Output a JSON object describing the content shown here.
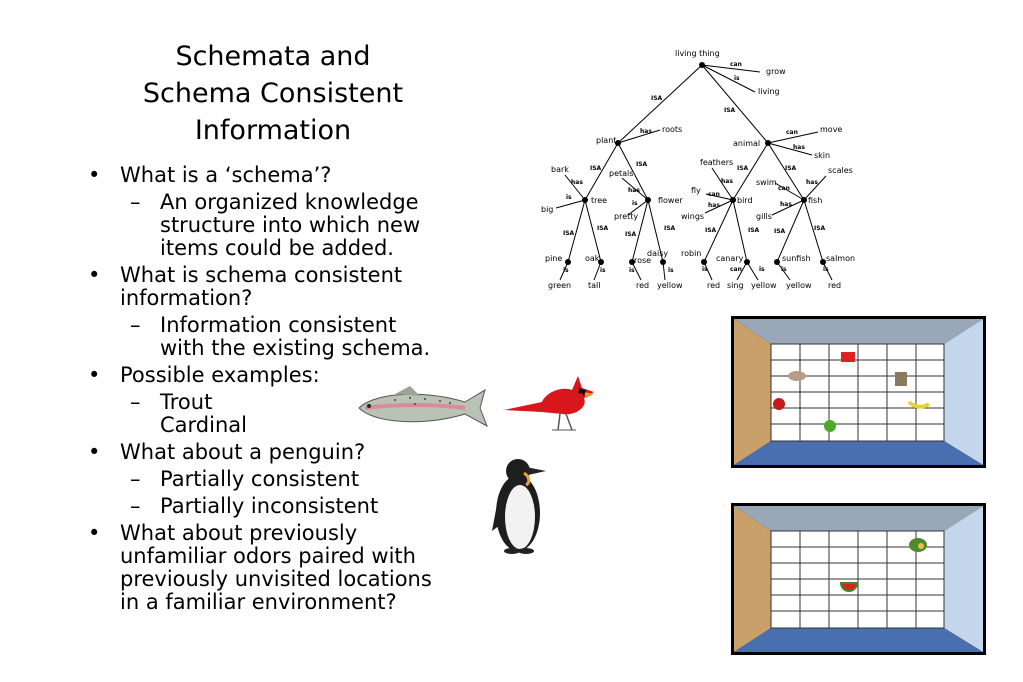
{
  "title": [
    "Schemata and",
    "Schema Consistent",
    "Information"
  ],
  "bullets": [
    {
      "text": [
        "What is a ‘schema’?"
      ],
      "subs": [
        {
          "dash": "–",
          "lines": [
            "An organized knowledge",
            "structure into which new",
            "items could be added."
          ]
        }
      ]
    },
    {
      "text": [
        "What is schema consistent",
        "information?"
      ],
      "subs": [
        {
          "dash": "–",
          "lines": [
            "Information consistent",
            "with the existing schema."
          ]
        }
      ]
    },
    {
      "text": [
        "Possible examples:"
      ],
      "subs": [
        {
          "dash": "–",
          "lines": [
            "Trout",
            "Cardinal"
          ]
        }
      ]
    },
    {
      "text": [
        "What about a penguin?"
      ],
      "subs": [
        {
          "dash": "–",
          "lines": [
            "Partially consistent"
          ]
        },
        {
          "dash": "–",
          "lines": [
            "Partially inconsistent"
          ]
        }
      ]
    },
    {
      "text": [
        "What about previously",
        "unfamiliar odors paired with",
        "previously unvisited locations",
        "in a familiar environment?"
      ],
      "subs": []
    }
  ],
  "tree": {
    "nodes": [
      "living thing",
      "plant",
      "animal",
      "tree",
      "flower",
      "bird",
      "fish",
      "pine",
      "oak",
      "rose",
      "daisy",
      "robin",
      "canary",
      "sunfish",
      "salmon"
    ],
    "attrs": [
      "can",
      "grow",
      "is",
      "living",
      "has",
      "roots",
      "move",
      "skin",
      "bark",
      "big",
      "petals",
      "pretty",
      "feathers",
      "fly",
      "wings",
      "swim",
      "scales",
      "gills",
      "green",
      "tall",
      "red",
      "yellow",
      "sing"
    ],
    "isa": "ISA"
  },
  "colors": {
    "room_wall": "#9aa7b8",
    "room_floor": "#4a6fb0",
    "room_side": "#c9a06a",
    "room_right": "#c4d6ec",
    "grid": "#333333"
  }
}
